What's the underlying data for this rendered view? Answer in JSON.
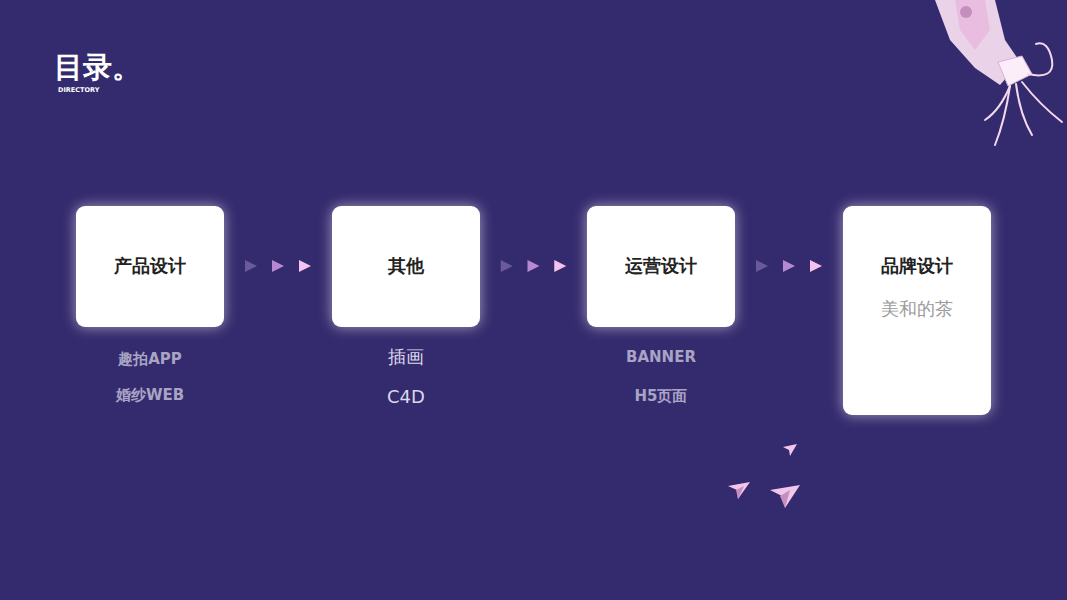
{
  "diagram": {
    "title": "目录。",
    "nodes": [
      {
        "text": [
          "产品设计"
        ]
      },
      {
        "text": [
          "其他"
        ]
      },
      {
        "text": [
          "运营设计"
        ]
      },
      {
        "text": [
          "品牌设计",
          "美和的茶"
        ]
      }
    ],
    "edges": [
      {
        "from": 0,
        "to": 1,
        "arrow": "to"
      },
      {
        "from": 1,
        "to": 2,
        "arrow": "to"
      },
      {
        "from": 2,
        "to": 3,
        "arrow": "to"
      }
    ],
    "labels": [
      "DIRECTORY",
      "趣拍APP",
      "婚纱WEB",
      "插画",
      "C4D",
      "BANNER",
      "H5页面"
    ]
  }
}
